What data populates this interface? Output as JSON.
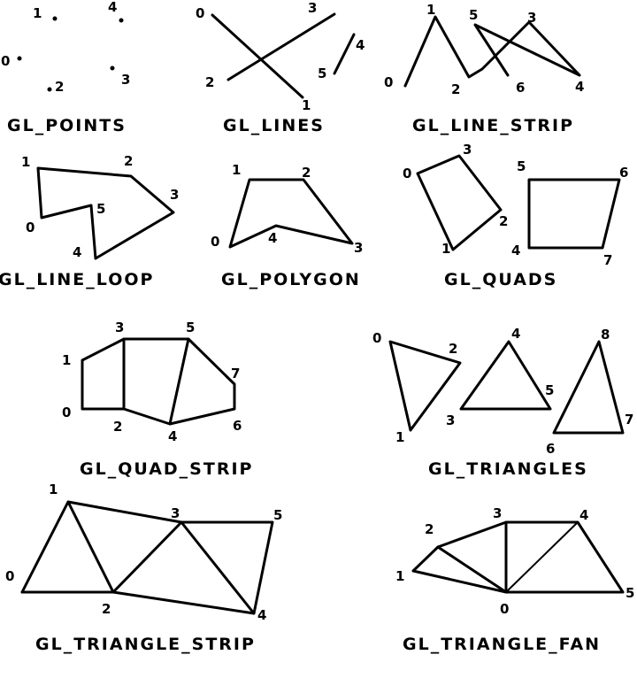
{
  "primitives": [
    {
      "key": "points",
      "caption": "GL_POINTS",
      "labels": [
        "1",
        "4",
        "0",
        "2",
        "3"
      ]
    },
    {
      "key": "lines",
      "caption": "GL_LINES",
      "labels": [
        "0",
        "3",
        "2",
        "1",
        "5",
        "4"
      ]
    },
    {
      "key": "line_strip",
      "caption": "GL_LINE_STRIP",
      "labels": [
        "1",
        "5",
        "3",
        "0",
        "2",
        "6",
        "4"
      ]
    },
    {
      "key": "line_loop",
      "caption": "GL_LINE_LOOP",
      "labels": [
        "1",
        "2",
        "3",
        "0",
        "5",
        "4"
      ]
    },
    {
      "key": "polygon",
      "caption": "GL_POLYGON",
      "labels": [
        "1",
        "2",
        "0",
        "4",
        "3"
      ]
    },
    {
      "key": "quads",
      "caption": "GL_QUADS",
      "labels": [
        "3",
        "0",
        "2",
        "1",
        "5",
        "6",
        "4",
        "7"
      ]
    },
    {
      "key": "quad_strip",
      "caption": "GL_QUAD_STRIP",
      "labels": [
        "3",
        "5",
        "1",
        "7",
        "0",
        "2",
        "6",
        "4"
      ]
    },
    {
      "key": "triangles",
      "caption": "GL_TRIANGLES",
      "labels": [
        "0",
        "2",
        "1",
        "4",
        "5",
        "3",
        "8",
        "7",
        "6"
      ]
    },
    {
      "key": "triangle_strip",
      "caption": "GL_TRIANGLE_STRIP",
      "labels": [
        "1",
        "3",
        "5",
        "0",
        "2",
        "4"
      ]
    },
    {
      "key": "triangle_fan",
      "caption": "GL_TRIANGLE_FAN",
      "labels": [
        "3",
        "4",
        "2",
        "1",
        "0",
        "5"
      ]
    }
  ]
}
